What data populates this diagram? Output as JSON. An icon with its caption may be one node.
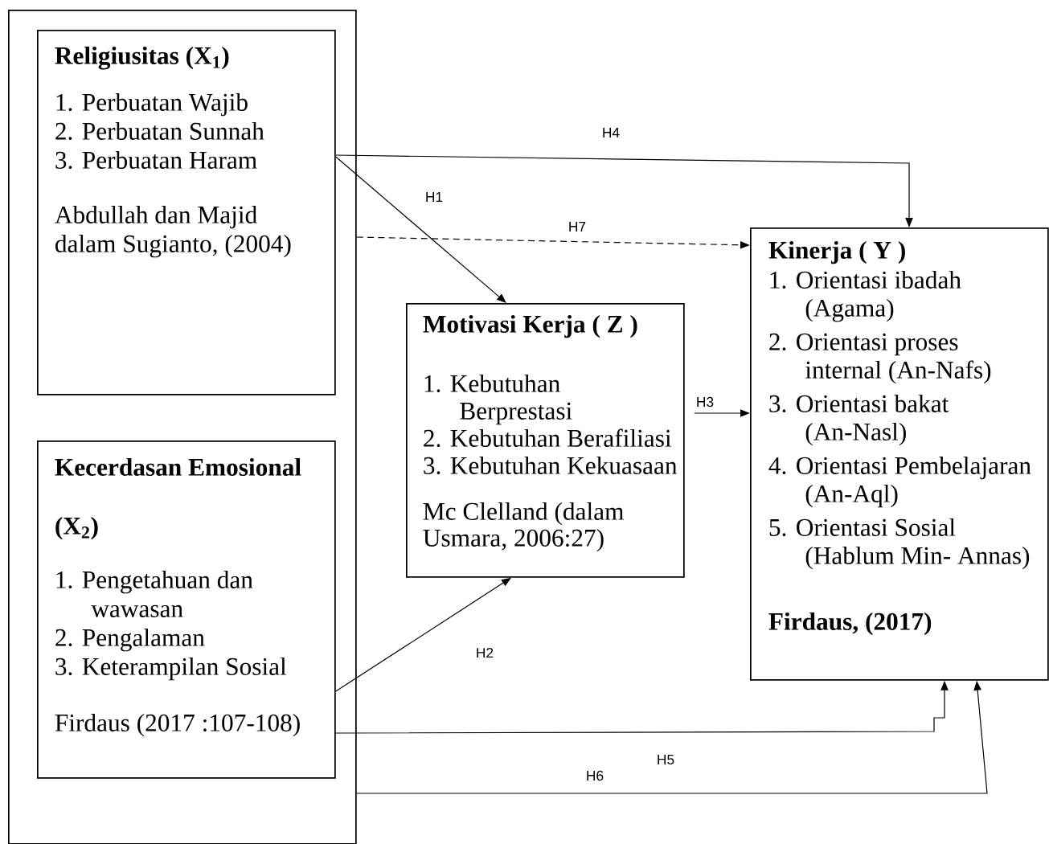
{
  "diagram": {
    "nodes": [
      {
        "text": [],
        "shape": "box"
      },
      {
        "text": [
          "Religiusitas (X$_{1}$)",
          "1. Perbuatan Wajib",
          "2. Perbuatan Sunnah",
          "3. Perbuatan Haram",
          "Abdullah dan Majid dalam Sugianto, (2004)"
        ],
        "in": 0
      },
      {
        "text": [
          "Kecerdasan Emosional (X$_{2}$)",
          "1. Pengetahuan dan wawasan",
          "2. Pengalaman",
          "3. Keterampilan Sosial",
          "Firdaus (2017 :107-108)"
        ],
        "in": 0
      },
      {
        "text": [
          "Motivasi Kerja ( Z )",
          "1. Kebutuhan Berprestasi",
          "2. Kebutuhan Berafiliasi",
          "3. Kebutuhan Kekuasaan",
          "Mc Clelland (dalam Usmara, 2006:27)"
        ]
      },
      {
        "text": [
          "Kinerja ( Y )",
          "1. Orientasi ibadah (Agama)",
          "2. Orientasi proses internal (An-Nafs)",
          "3. Orientasi bakat (An-Nasl)",
          "4. Orientasi Pembelajaran (An-Aql)",
          "5. Orientasi Sosial (Hablum Min- Annas)",
          "Firdaus, (2017)"
        ]
      }
    ],
    "edges": [
      {
        "from": 1,
        "to": 3,
        "arrow": "to",
        "label": "H1"
      },
      {
        "from": 1,
        "to": 4,
        "arrow": "to",
        "label": "H4"
      },
      {
        "from": 0,
        "to": 4,
        "arrow": "to",
        "label": "H7",
        "style": "dashed"
      },
      {
        "from": 3,
        "to": 4,
        "arrow": "to",
        "label": "H3"
      },
      {
        "from": 2,
        "to": 3,
        "arrow": "to",
        "label": "H2"
      },
      {
        "from": 2,
        "to": 4,
        "arrow": "to",
        "label": "H5"
      },
      {
        "from": 0,
        "to": 4,
        "arrow": "to",
        "label": "H6"
      }
    ]
  }
}
